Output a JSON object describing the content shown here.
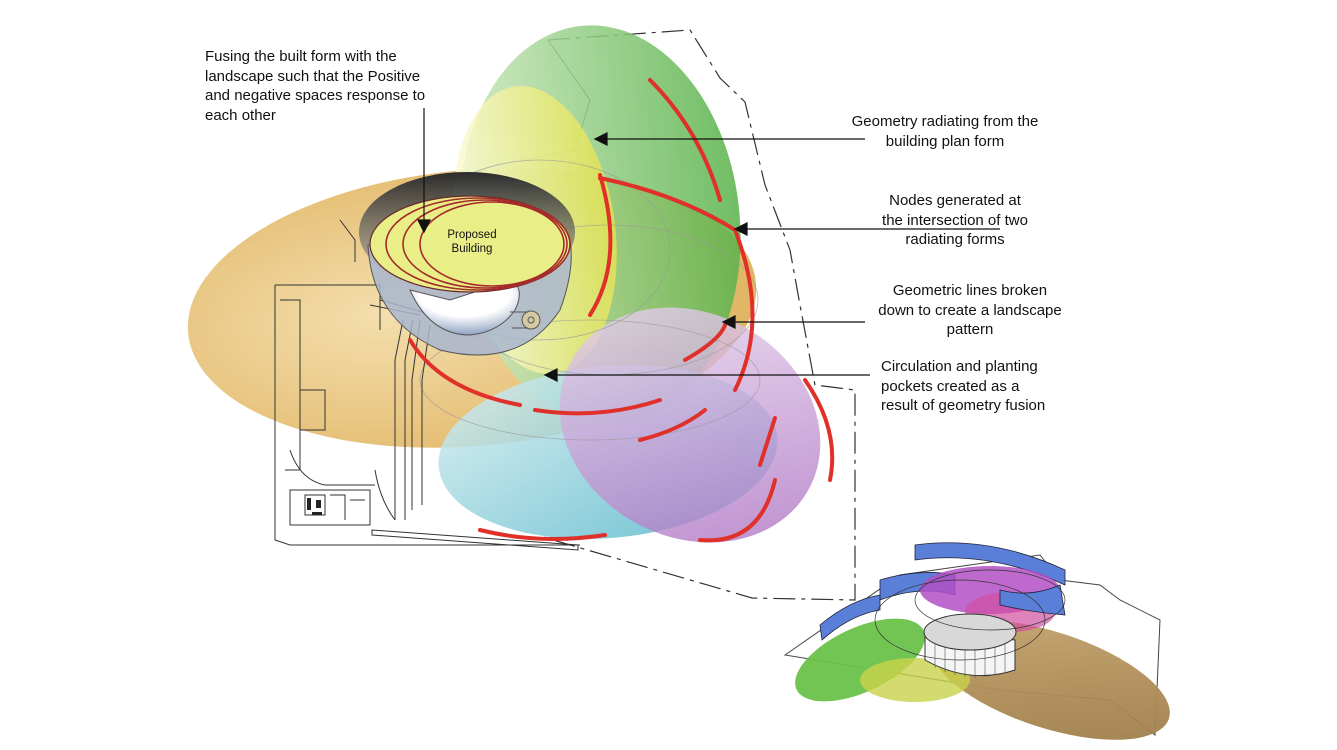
{
  "building_label": "Proposed\nBuilding",
  "annotations": {
    "fusing": "Fusing the built form with the\nlandscape such that the Positive\nand negative spaces response to\neach other",
    "geometry": "Geometry radiating from the\nbuilding plan form",
    "nodes": "Nodes generated at\nthe intersection of two\nradiating forms",
    "lines": "Geometric lines broken\ndown to create a landscape\npattern",
    "circulation": "Circulation and planting\npockets created as a\nresult of geometry fusion"
  },
  "colors": {
    "ochre": "#d9a441",
    "green": "#6cbf4f",
    "yellow": "#f0ee70",
    "cyan": "#5ec0d0",
    "purple": "#b57cc4",
    "red": "#e0302a",
    "blue": "#5a7fd8"
  }
}
